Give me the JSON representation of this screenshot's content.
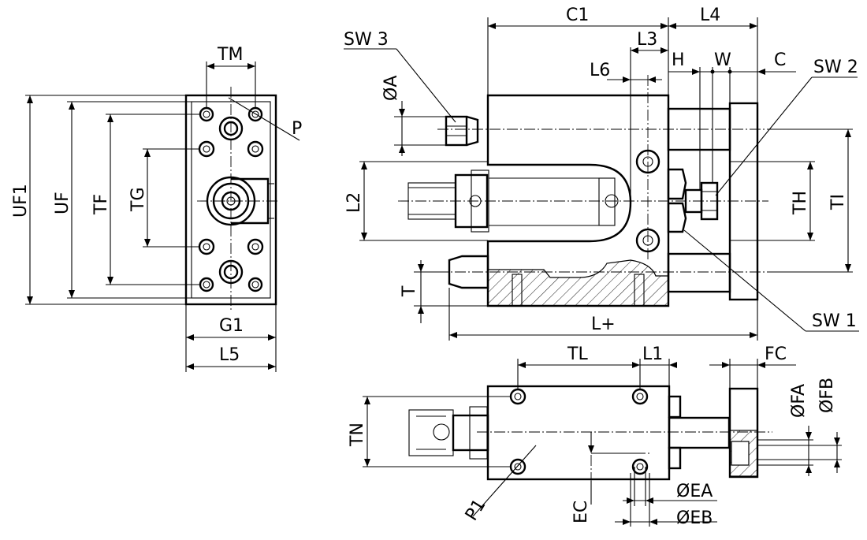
{
  "labels": {
    "TM": "TM",
    "P": "P",
    "UF1": "UF1",
    "UF": "UF",
    "TF": "TF",
    "TG": "TG",
    "G1": "G1",
    "L5": "L5",
    "SW3": "SW 3",
    "A": "ØA",
    "C1": "C1",
    "L4": "L4",
    "L3": "L3",
    "H": "H",
    "W": "W",
    "C": "C",
    "L6": "L6",
    "SW2": "SW 2",
    "L2": "L2",
    "TH": "TH",
    "TI": "TI",
    "T": "T",
    "Lplus": "L+",
    "SW1": "SW 1",
    "TL": "TL",
    "L1": "L1",
    "FC": "FC",
    "FA": "ØFA",
    "FB": "ØFB",
    "TN": "TN",
    "P1": "P1",
    "EC": "EC",
    "EA": "ØEA",
    "EB": "ØEB"
  }
}
